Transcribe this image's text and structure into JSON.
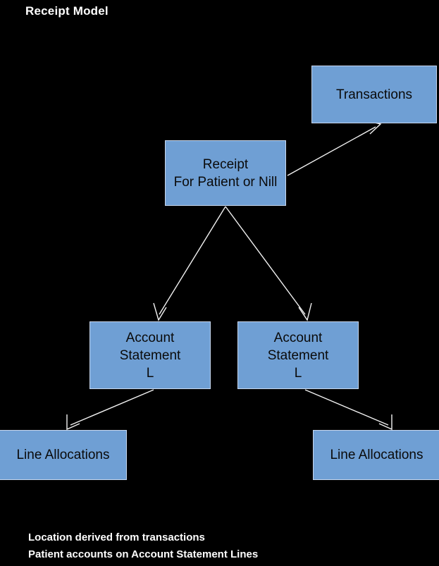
{
  "diagram": {
    "title": "Receipt Model",
    "background_color": "#000000",
    "node_fill_color": "#6f9fd4",
    "node_border_color": "#c7d7ee",
    "node_text_color": "#0a0a0a",
    "edge_color": "#f2f2f2",
    "nodes": [
      {
        "id": "transactions",
        "label": "Transactions"
      },
      {
        "id": "receipt",
        "label": "Receipt\nFor Patient or Nill"
      },
      {
        "id": "acct_left",
        "label": "Account\nStatement\nL"
      },
      {
        "id": "acct_right",
        "label": "Account\nStatement\nL"
      },
      {
        "id": "lines_left",
        "label": "Line Allocations"
      },
      {
        "id": "lines_right",
        "label": "Line Allocations"
      }
    ],
    "edges": [
      {
        "from": "receipt",
        "to": "transactions"
      },
      {
        "from": "receipt",
        "to": "acct_left"
      },
      {
        "from": "receipt",
        "to": "acct_right"
      },
      {
        "from": "acct_left",
        "to": "lines_left"
      },
      {
        "from": "acct_right",
        "to": "lines_right"
      }
    ],
    "notes": [
      "Location derived from transactions",
      "Patient accounts on Account Statement Lines"
    ]
  }
}
